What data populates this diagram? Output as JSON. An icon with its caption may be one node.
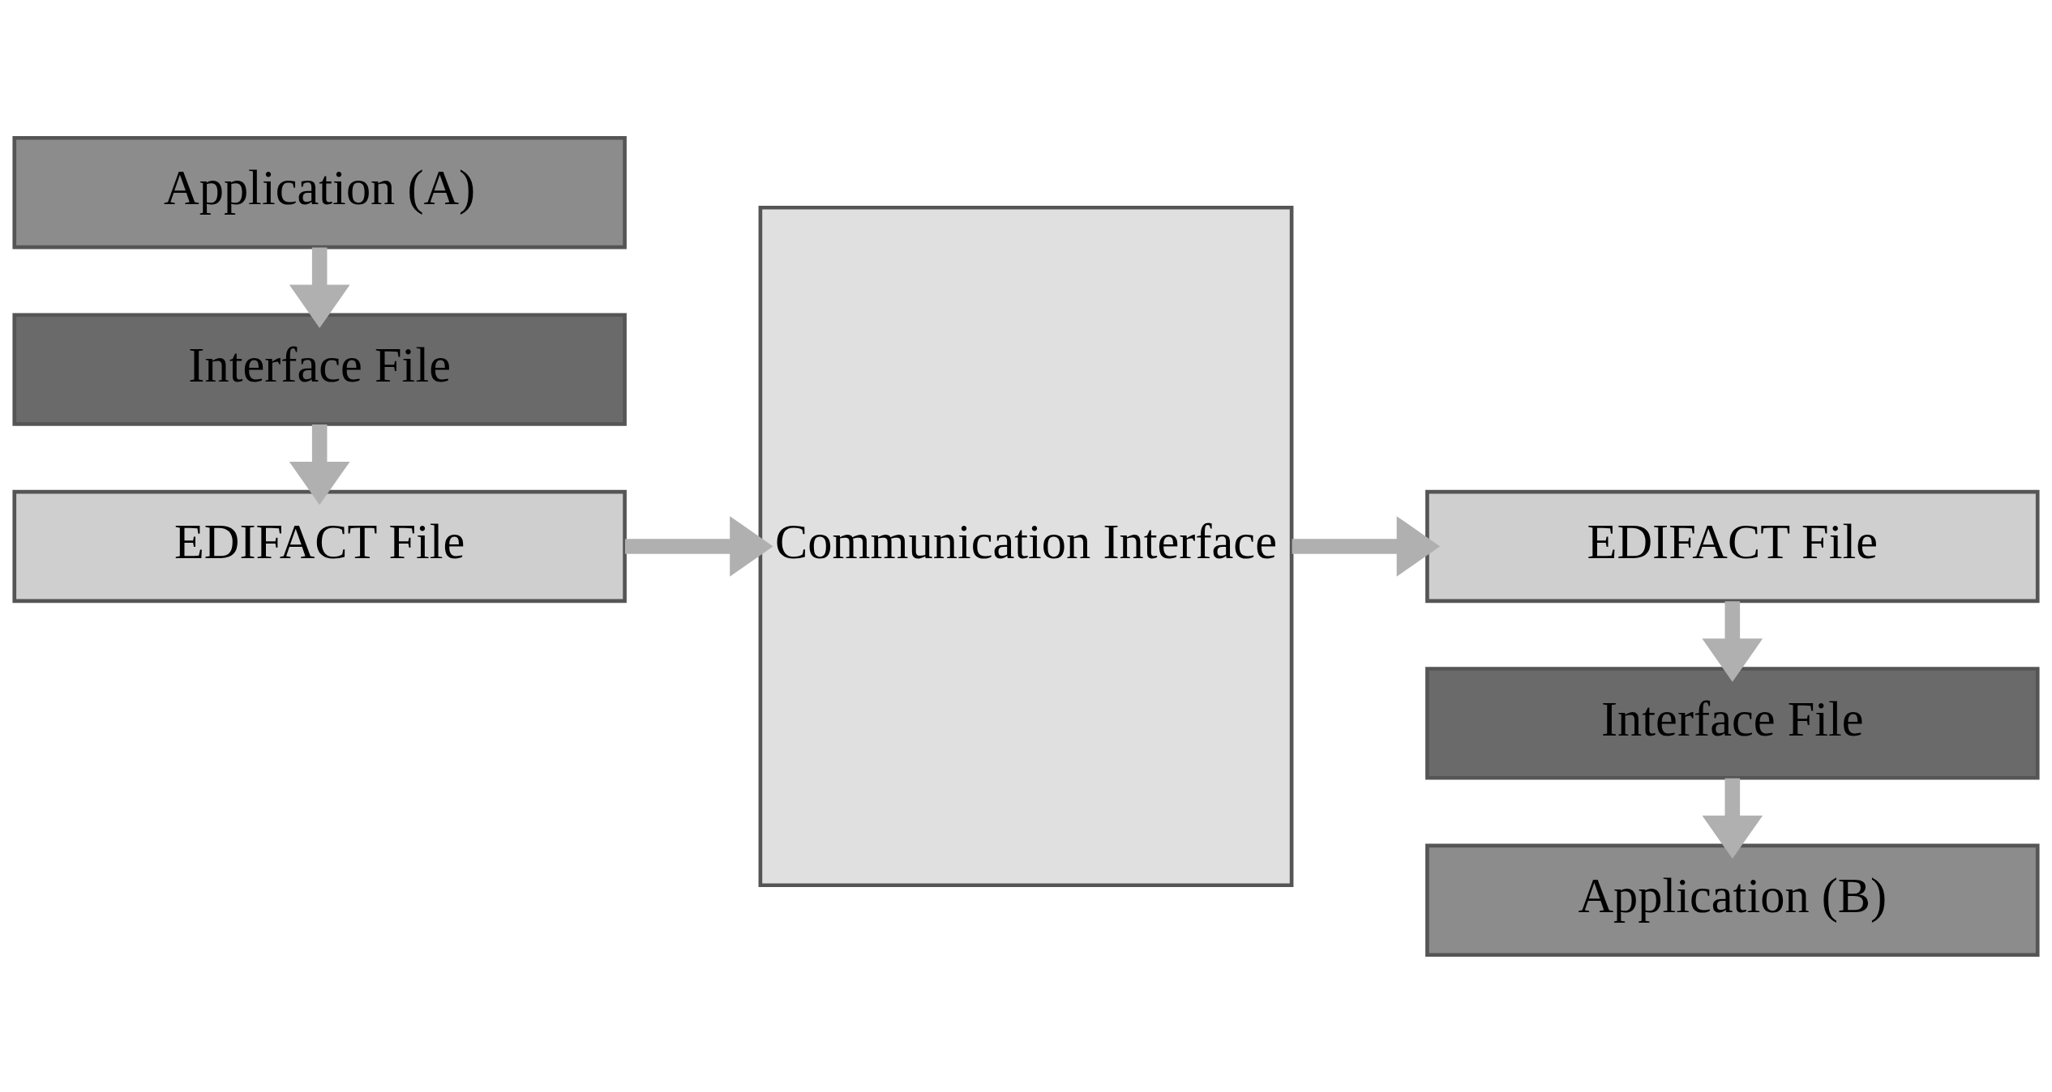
{
  "diagram": {
    "nodes": [
      {
        "text": [
          "Application (A)"
        ]
      },
      {
        "text": [
          "Interface File"
        ]
      },
      {
        "text": [
          "EDIFACT File"
        ]
      },
      {
        "text": [
          "Communication Interface"
        ]
      },
      {
        "text": [
          "EDIFACT File"
        ]
      },
      {
        "text": [
          "Interface File"
        ]
      },
      {
        "text": [
          "Application (B)"
        ]
      }
    ],
    "edges": [
      {
        "from": 0,
        "to": 1,
        "arrow": "to"
      },
      {
        "from": 1,
        "to": 2,
        "arrow": "to"
      },
      {
        "from": 2,
        "to": 3,
        "arrow": "to"
      },
      {
        "from": 3,
        "to": 4,
        "arrow": "to"
      },
      {
        "from": 4,
        "to": 5,
        "arrow": "to"
      },
      {
        "from": 5,
        "to": 6,
        "arrow": "to"
      }
    ]
  }
}
